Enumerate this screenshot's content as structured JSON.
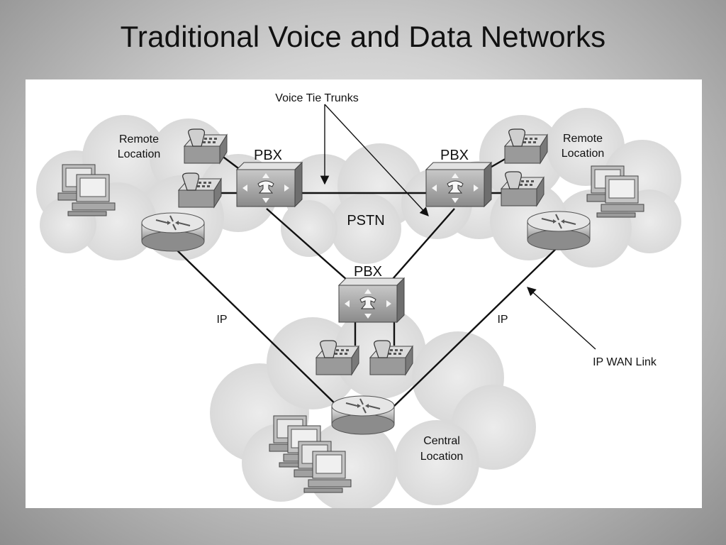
{
  "slide": {
    "title": "Traditional Voice and Data Networks"
  },
  "diagram": {
    "callouts": {
      "voice_tie_trunks": "Voice Tie Trunks",
      "ip_wan_link": "IP WAN Link"
    },
    "cloud_labels": {
      "remote_left": [
        "Remote",
        "Location"
      ],
      "remote_right": [
        "Remote",
        "Location"
      ],
      "central": [
        "Central",
        "Location"
      ],
      "pstn": "PSTN"
    },
    "node_labels": {
      "pbx_left": "PBX",
      "pbx_right": "PBX",
      "pbx_center": "PBX"
    },
    "link_labels": {
      "ip_left": "IP",
      "ip_right": "IP"
    }
  }
}
